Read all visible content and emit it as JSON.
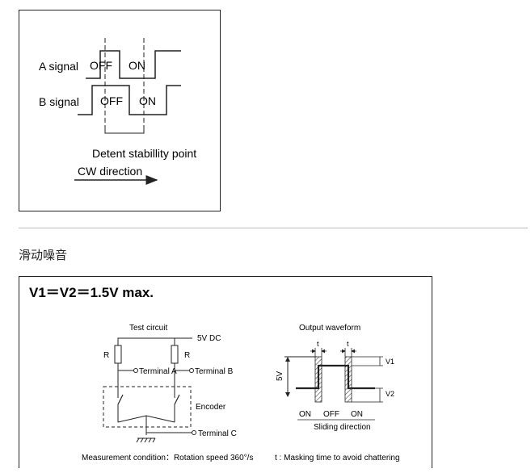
{
  "top_diagram": {
    "a_signal_label": "A signal",
    "b_signal_label": "B signal",
    "off_label_a": "OFF",
    "on_label_a": "ON",
    "off_label_b": "OFF",
    "on_label_b": "ON",
    "detent_label": "Detent stabillity point",
    "cw_label": "CW direction"
  },
  "section_heading": "滑动噪音",
  "bottom_diagram": {
    "formula": "V1＝V2＝1.5V max.",
    "test_circuit_title": "Test circuit",
    "supply_label": "5V DC",
    "resistor_left": "R",
    "resistor_right": "R",
    "terminal_a": "Terminal A",
    "terminal_b": "Terminal B",
    "terminal_c": "Terminal C",
    "encoder_label": "Encoder",
    "waveform_title": "Output  waveform",
    "voltage_label": "5V",
    "t_label_left": "t",
    "t_label_right": "t",
    "v1_label": "V1",
    "v2_label": "V2",
    "state_on_left": "ON",
    "state_off": "OFF",
    "state_on_right": "ON",
    "sliding_label": "Sliding direction",
    "condition_text": "Measurement condition：Rotation speed 360°/s",
    "masking_text": "t :  Masking time to avoid chattering"
  }
}
